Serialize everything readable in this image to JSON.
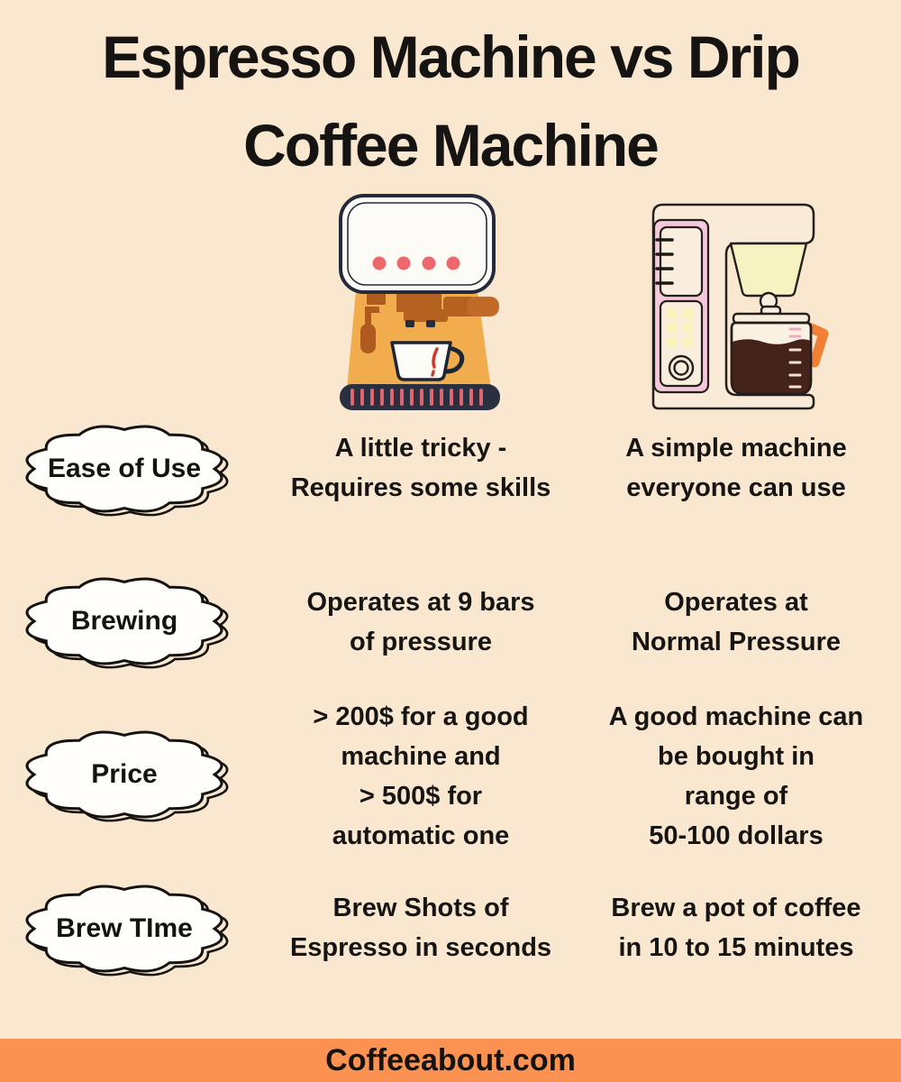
{
  "title": {
    "line1": "Espresso Machine vs Drip",
    "line2": "Coffee Machine"
  },
  "illustrations": {
    "left": "espresso-machine-illustration",
    "right": "drip-coffee-machine-illustration"
  },
  "rows": [
    {
      "label": "Ease of Use",
      "espresso_lines": [
        "A little tricky -",
        "Requires some skills"
      ],
      "drip_lines": [
        "A simple machine",
        "everyone can use"
      ]
    },
    {
      "label": "Brewing",
      "espresso_lines": [
        "Operates at 9 bars",
        "of pressure"
      ],
      "drip_lines": [
        "Operates at",
        "Normal Pressure"
      ]
    },
    {
      "label": "Price",
      "espresso_lines": [
        "> 200$ for a good",
        "machine and",
        "> 500$ for",
        "automatic one"
      ],
      "drip_lines": [
        "A good machine can",
        "be bought in",
        "range of",
        "50-100 dollars"
      ]
    },
    {
      "label": "Brew TIme",
      "espresso_lines": [
        "Brew Shots of",
        "Espresso in seconds"
      ],
      "drip_lines": [
        "Brew a pot of coffee",
        "in 10 to 15 minutes"
      ]
    }
  ],
  "footer": {
    "site": "Coffeeabout.com"
  },
  "colors": {
    "background": "#F9E7D0",
    "footer_bar": "#FB9251",
    "text": "#171513",
    "cloud_fill": "#FFFEFB",
    "espresso_body_orange": "#F1AD4D",
    "espresso_base_navy": "#2A3040",
    "accent_dots_coral": "#ED686D",
    "base_dashes_coral": "#E06570",
    "portafilter_brown": "#B5611F",
    "drip_pink": "#F5C8DB",
    "butter_yellow": "#F6F2C1",
    "coffee_brown": "#45231B",
    "handle_orange": "#F18034",
    "outline_dark": "#241F1A"
  }
}
